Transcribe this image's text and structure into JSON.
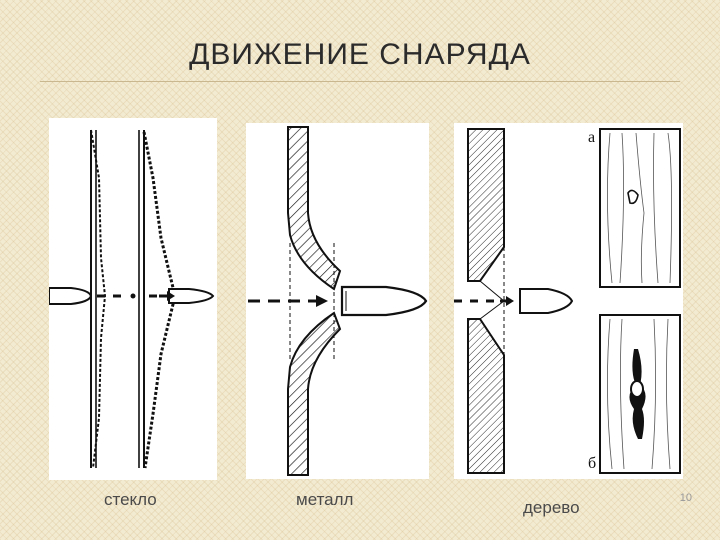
{
  "slide": {
    "title": "ДВИЖЕНИЕ СНАРЯДА",
    "page_number": "10"
  },
  "panels": [
    {
      "caption": "стекло"
    },
    {
      "caption": "металл"
    },
    {
      "caption": "дерево",
      "labels": [
        "а",
        "б"
      ]
    }
  ],
  "colors": {
    "background": "#f3ead2",
    "ink": "#111111",
    "title": "#2b2b2b",
    "caption": "#4a4a4a"
  }
}
